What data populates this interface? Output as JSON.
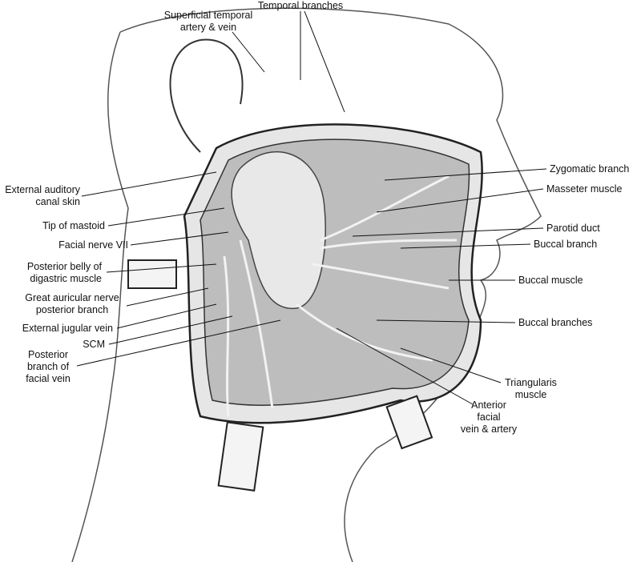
{
  "labels": {
    "temporal_branches": "Temporal branches",
    "superficial_temporal_1": "Superficial temporal",
    "superficial_temporal_2": "artery & vein",
    "zygomatic_branch": "Zygomatic branch",
    "masseter_muscle": "Masseter muscle",
    "parotid_duct": "Parotid duct",
    "buccal_branch": "Buccal branch",
    "buccal_muscle": "Buccal muscle",
    "buccal_branches": "Buccal branches",
    "triangularis_1": "Triangularis",
    "triangularis_2": "muscle",
    "anterior_facial_1": "Anterior",
    "anterior_facial_2": "facial",
    "anterior_facial_3": "vein & artery",
    "external_auditory_1": "External auditory",
    "external_auditory_2": "canal skin",
    "tip_of_mastoid": "Tip of mastoid",
    "facial_nerve": "Facial nerve VII",
    "digastric_1": "Posterior belly of",
    "digastric_2": "digastric muscle",
    "great_auricular_1": "Great auricular nerve",
    "great_auricular_2": "posterior branch",
    "external_jugular": "External jugular vein",
    "scm": "SCM",
    "posterior_facial_1": "Posterior",
    "posterior_facial_2": "branch of",
    "posterior_facial_3": "facial vein"
  },
  "colors": {
    "ink": "#222222",
    "shade": "#cfcfcf",
    "gland": "#d9d9d9"
  }
}
